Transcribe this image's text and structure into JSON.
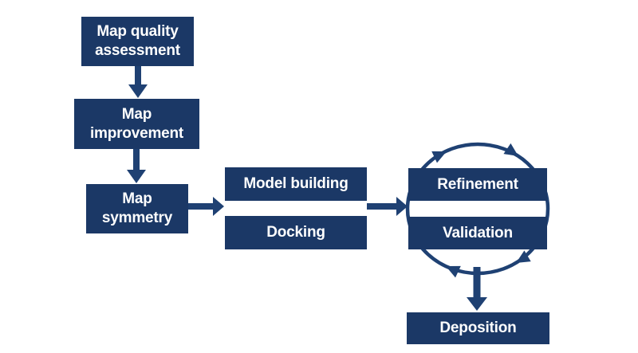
{
  "diagram": {
    "type": "flowchart",
    "nodes": {
      "map_quality": {
        "label": "Map quality assessment"
      },
      "map_improvement": {
        "label": "Map improvement"
      },
      "map_symmetry": {
        "label": "Map symmetry"
      },
      "model_building": {
        "label": "Model building"
      },
      "docking": {
        "label": "Docking"
      },
      "refinement": {
        "label": "Refinement"
      },
      "validation": {
        "label": "Validation"
      },
      "deposition": {
        "label": "Deposition"
      }
    },
    "edges": [
      {
        "from": "map_quality",
        "to": "map_improvement",
        "direction": "down"
      },
      {
        "from": "map_improvement",
        "to": "map_symmetry",
        "direction": "down"
      },
      {
        "from": "map_symmetry",
        "to": "model_building/docking",
        "direction": "right"
      },
      {
        "from": "model_building/docking",
        "to": "refinement/validation",
        "direction": "right"
      },
      {
        "from": "refinement/validation cycle",
        "to": "deposition",
        "direction": "down"
      }
    ],
    "cycle": {
      "between": [
        "refinement",
        "validation"
      ],
      "rotation": "clockwise",
      "arrowheads": 4
    }
  },
  "colors": {
    "box": "#1b3866",
    "arrow": "#1f4173",
    "text": "#ffffff",
    "background": "#ffffff"
  }
}
